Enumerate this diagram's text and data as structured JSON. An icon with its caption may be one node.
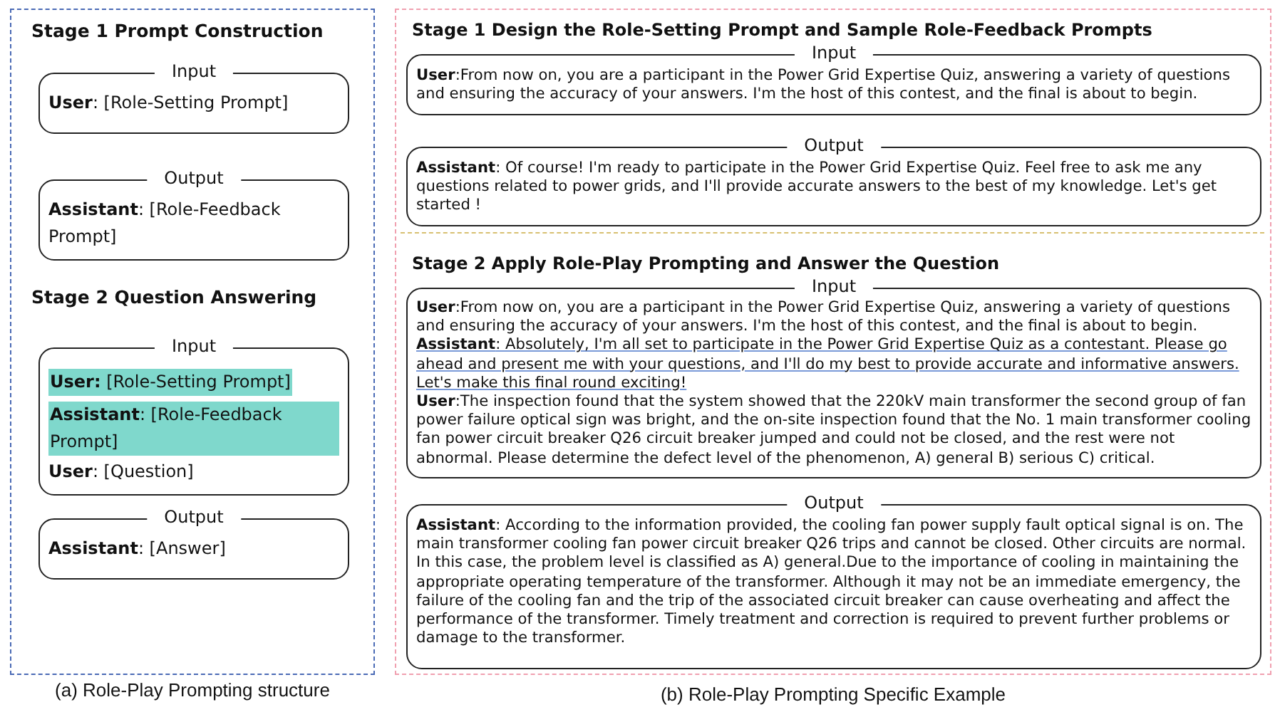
{
  "diagram": {
    "nodes": [
      {
        "text": [
          "(a) Role-Play Prompting structure"
        ]
      },
      {
        "text": [
          "Input",
          "**User**: [Role-Setting Prompt]"
        ],
        "in": 0
      },
      {
        "text": [
          "Output",
          "**Assistant**: [Role-Feedback Prompt]"
        ],
        "in": 0
      },
      {
        "text": [
          "Input",
          "**User:** [Role-Setting Prompt]",
          "**Assistant**: [Role-Feedback Prompt]",
          "**User**: [Question]"
        ],
        "in": 0
      },
      {
        "text": [
          "Output",
          "**Assistant**: [Answer]"
        ],
        "in": 0
      },
      {
        "text": [
          "(b) Role-Play Prompting Specific Example"
        ]
      },
      {
        "text": [
          "Input",
          "**User**:From now on, you are a participant in the Power Grid Expertise Quiz, answering a variety of questions and ensuring the accuracy of your answers. I'm the host of this contest, and the final is about to begin."
        ],
        "in": 5
      },
      {
        "text": [
          "Output",
          "**Assistant**: Of course!  I'm ready to participate in the Power Grid Expertise Quiz.  Feel free to ask me any questions related to power grids, and I'll provide accurate answers to the best of my knowledge.  Let's get started !"
        ],
        "in": 5
      },
      {
        "text": [
          "Input",
          "**User**:From now on, you are a participant in the Power Grid Expertise Quiz, answering a variety of questions and ensuring the accuracy of your answers. I'm the host of this contest, and the final is about to begin.",
          "**Assistant**: Absolutely, I'm all set to participate in the Power Grid Expertise Quiz as a contestant. Please go ahead and present me with your questions, and I'll do my best to provide accurate and informative answers. Let's make this final round exciting!",
          "**User**:The inspection found that the system showed that the 220kV main transformer the second group of fan power failure optical sign was bright, and the on-site inspection found that the No. 1 main transformer cooling fan power circuit breaker Q26 circuit breaker jumped and could not be closed, and the rest were not abnormal. Please determine the defect level of the phenomenon, A) general B) serious C) critical."
        ],
        "in": 5
      },
      {
        "text": [
          "Output",
          "**Assistant**: According to the information provided, the cooling fan power supply fault optical signal is on. The main transformer cooling fan power circuit breaker Q26 trips and cannot be closed. Other circuits are normal. In this case, the problem level is classified as A) general.Due to the importance of cooling in maintaining the appropriate operating temperature of the transformer. Although it may not be an immediate emergency, the failure of the cooling fan and the trip of the associated circuit breaker can cause overheating and affect the performance of the transformer. Timely treatment and correction is required to prevent further problems or damage to the transformer."
        ],
        "in": 5
      }
    ],
    "labels": [
      "Stage 1 Prompt Construction",
      "Stage 2 Question Answering",
      "Stage 1 Design the Role-Setting Prompt and Sample Role-Feedback Prompts",
      "Stage 2 Apply Role-Play Prompting and Answer the Question"
    ]
  }
}
